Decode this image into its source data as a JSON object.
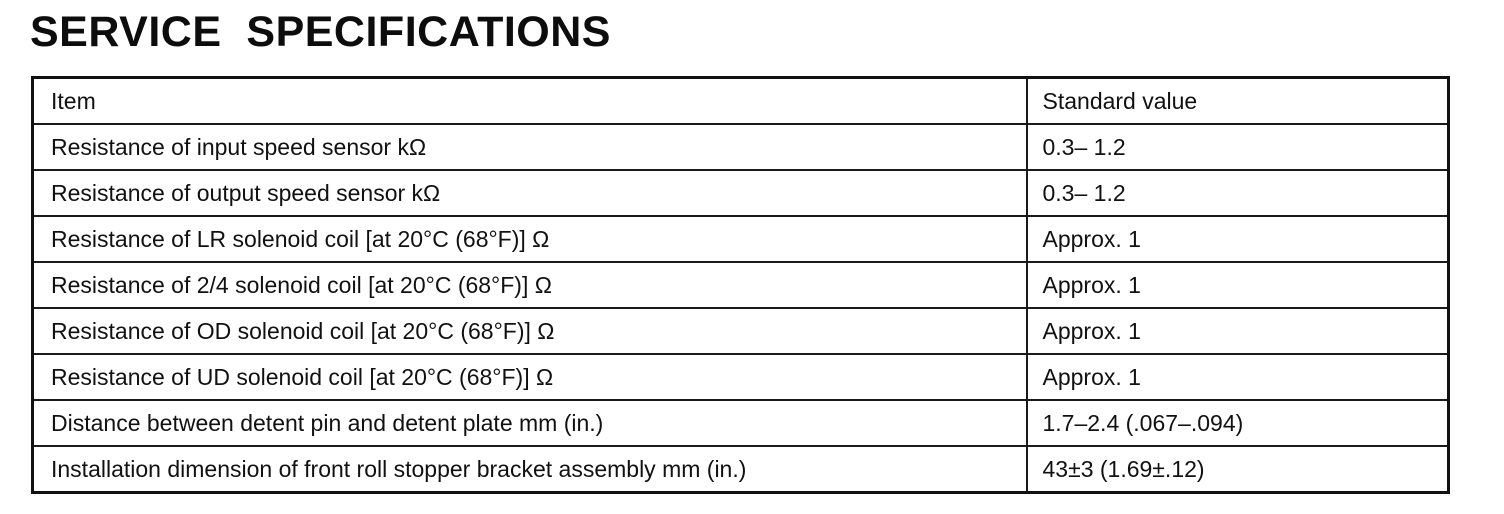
{
  "document": {
    "title": "SERVICE  SPECIFICATIONS",
    "table": {
      "headers": {
        "item": "Item",
        "value": "Standard value"
      },
      "rows": [
        {
          "item": "Resistance of input speed sensor kΩ",
          "value": "0.3– 1.2"
        },
        {
          "item": "Resistance of output speed sensor kΩ",
          "value": "0.3– 1.2"
        },
        {
          "item": "Resistance of LR solenoid coil [at 20°C (68°F)] Ω",
          "value": "Approx. 1"
        },
        {
          "item": "Resistance of 2/4 solenoid coil [at 20°C (68°F)] Ω",
          "value": "Approx. 1"
        },
        {
          "item": "Resistance of OD solenoid coil [at 20°C (68°F)] Ω",
          "value": "Approx. 1"
        },
        {
          "item": "Resistance of UD solenoid coil [at 20°C (68°F)] Ω",
          "value": "Approx. 1"
        },
        {
          "item": "Distance between detent pin and detent plate mm (in.)",
          "value": "1.7–2.4 (.067–.094)"
        },
        {
          "item": "Installation dimension of front roll stopper bracket assembly mm (in.)",
          "value": "43±3 (1.69±.12)"
        }
      ]
    }
  }
}
